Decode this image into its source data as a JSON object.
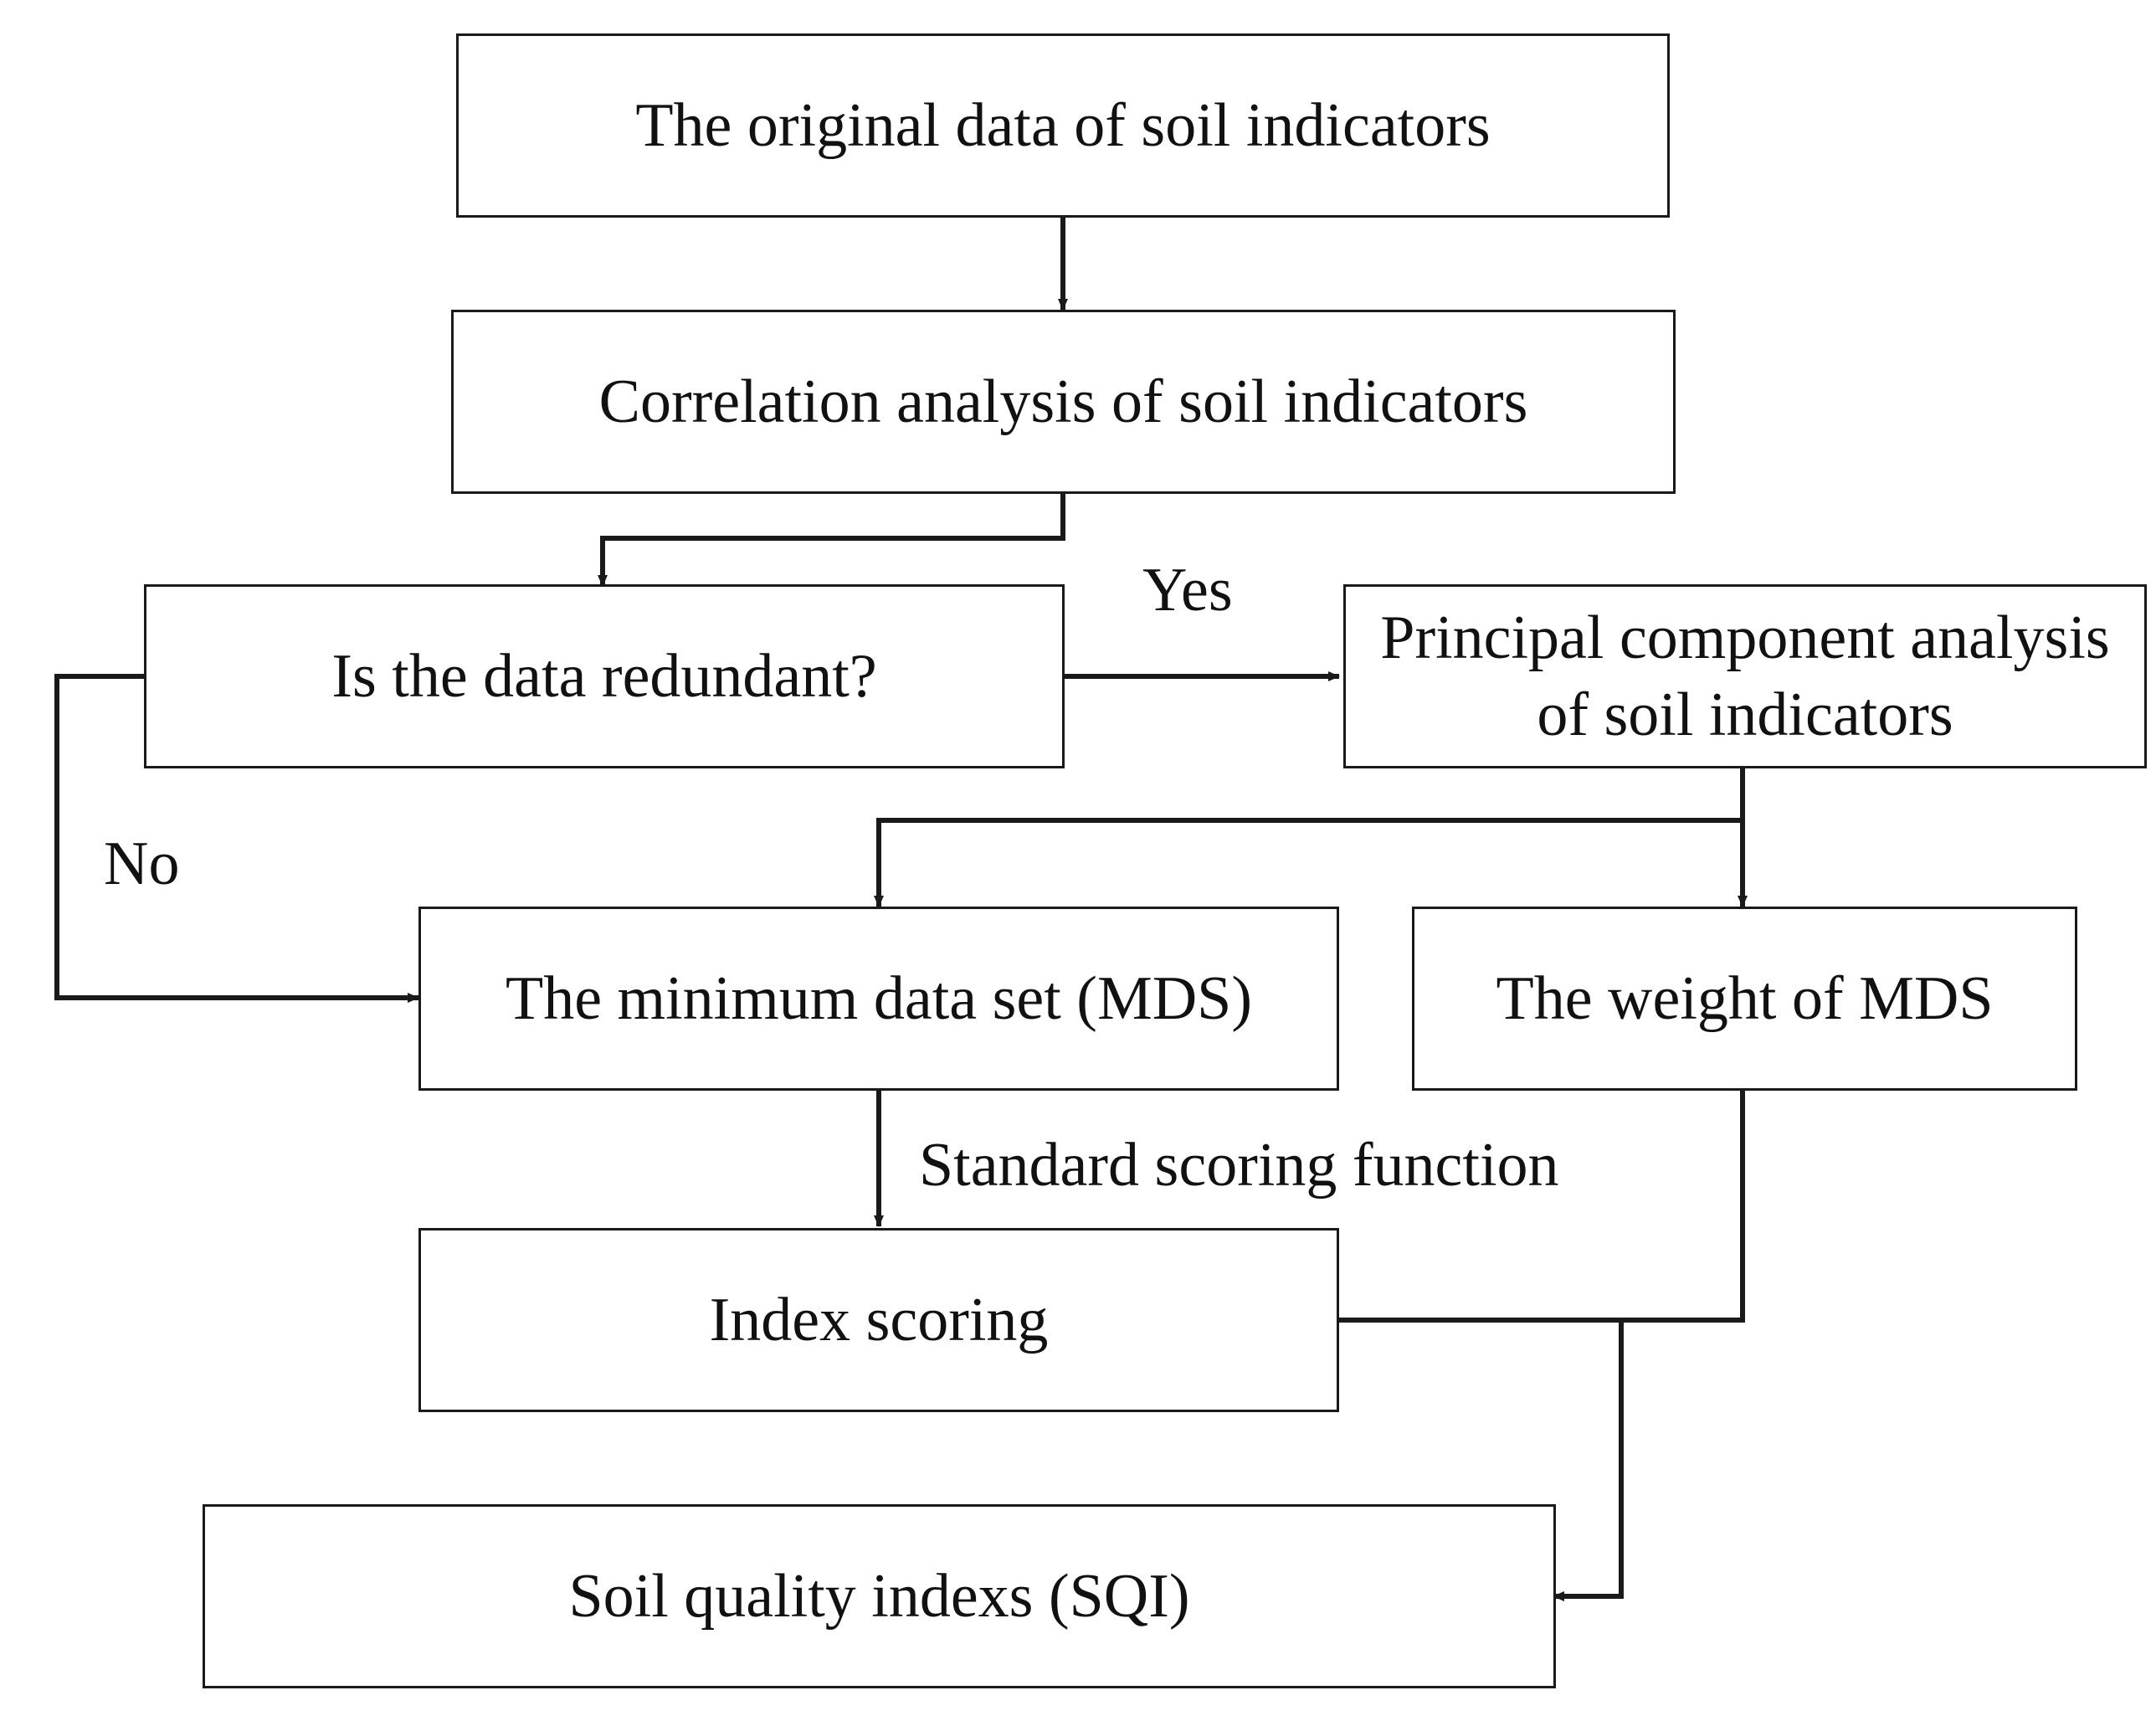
{
  "nodes": {
    "original_data": {
      "label": "The original data of soil indicators"
    },
    "correlation": {
      "label": "Correlation analysis of soil indicators"
    },
    "redundant": {
      "label": "Is the data redundant?"
    },
    "pca": {
      "label": "Principal component analysis of soil indicators"
    },
    "mds": {
      "label": "The minimum data set (MDS)"
    },
    "weight": {
      "label": "The weight of MDS"
    },
    "index_scoring": {
      "label": "Index scoring"
    },
    "sqi": {
      "label": "Soil quality indexs (SQI)"
    }
  },
  "edge_labels": {
    "yes": "Yes",
    "no": "No",
    "standard_scoring": "Standard scoring function"
  },
  "edges": [
    {
      "from": "original_data",
      "to": "correlation"
    },
    {
      "from": "correlation",
      "to": "redundant"
    },
    {
      "from": "redundant",
      "to": "pca",
      "label": "Yes"
    },
    {
      "from": "redundant",
      "to": "mds",
      "label": "No"
    },
    {
      "from": "pca",
      "to": "mds"
    },
    {
      "from": "pca",
      "to": "weight"
    },
    {
      "from": "mds",
      "to": "index_scoring",
      "label": "Standard scoring function"
    },
    {
      "from": "index_scoring",
      "to": "sqi"
    },
    {
      "from": "weight",
      "to": "sqi"
    }
  ],
  "colors": {
    "stroke": "#1a1a1a",
    "text": "#111111",
    "background": "#ffffff"
  }
}
